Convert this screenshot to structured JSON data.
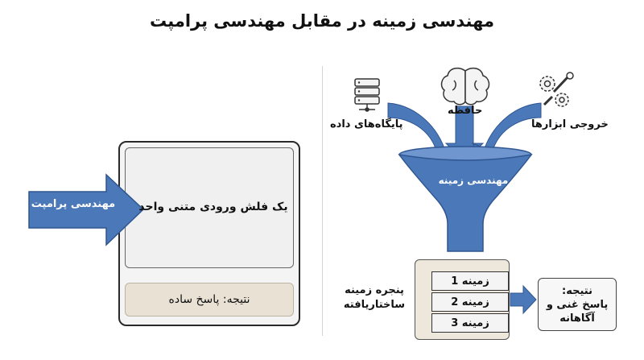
{
  "title": "مهندسی زمینه در مقابل مهندسی پرامپت",
  "left": {
    "arrow_label": "مهندسی پرامپت",
    "input_text": "یک فلش ورودی متنی واحد",
    "result_text": "نتیجه: پاسخ ساده"
  },
  "right": {
    "sources": [
      {
        "label": "پایگاه‌های داده",
        "icon": "database-icon"
      },
      {
        "label": "حافظه",
        "icon": "brain-icon"
      },
      {
        "label": "خروجی ابزارها",
        "icon": "gears-wrench-icon"
      }
    ],
    "funnel_label": "مهندسی زمینه",
    "context_items": [
      "زمینه 1",
      "زمینه 2",
      "زمینه 3"
    ],
    "structured_label": "پنجره زمینه ساختاریافته",
    "result_text": "نتیجه:\nپاسخ غنی و\nآگاهانه"
  },
  "colors": {
    "blue": "#4a78b8",
    "dark_blue": "#2f5690",
    "beige": "#e8e1d4"
  }
}
